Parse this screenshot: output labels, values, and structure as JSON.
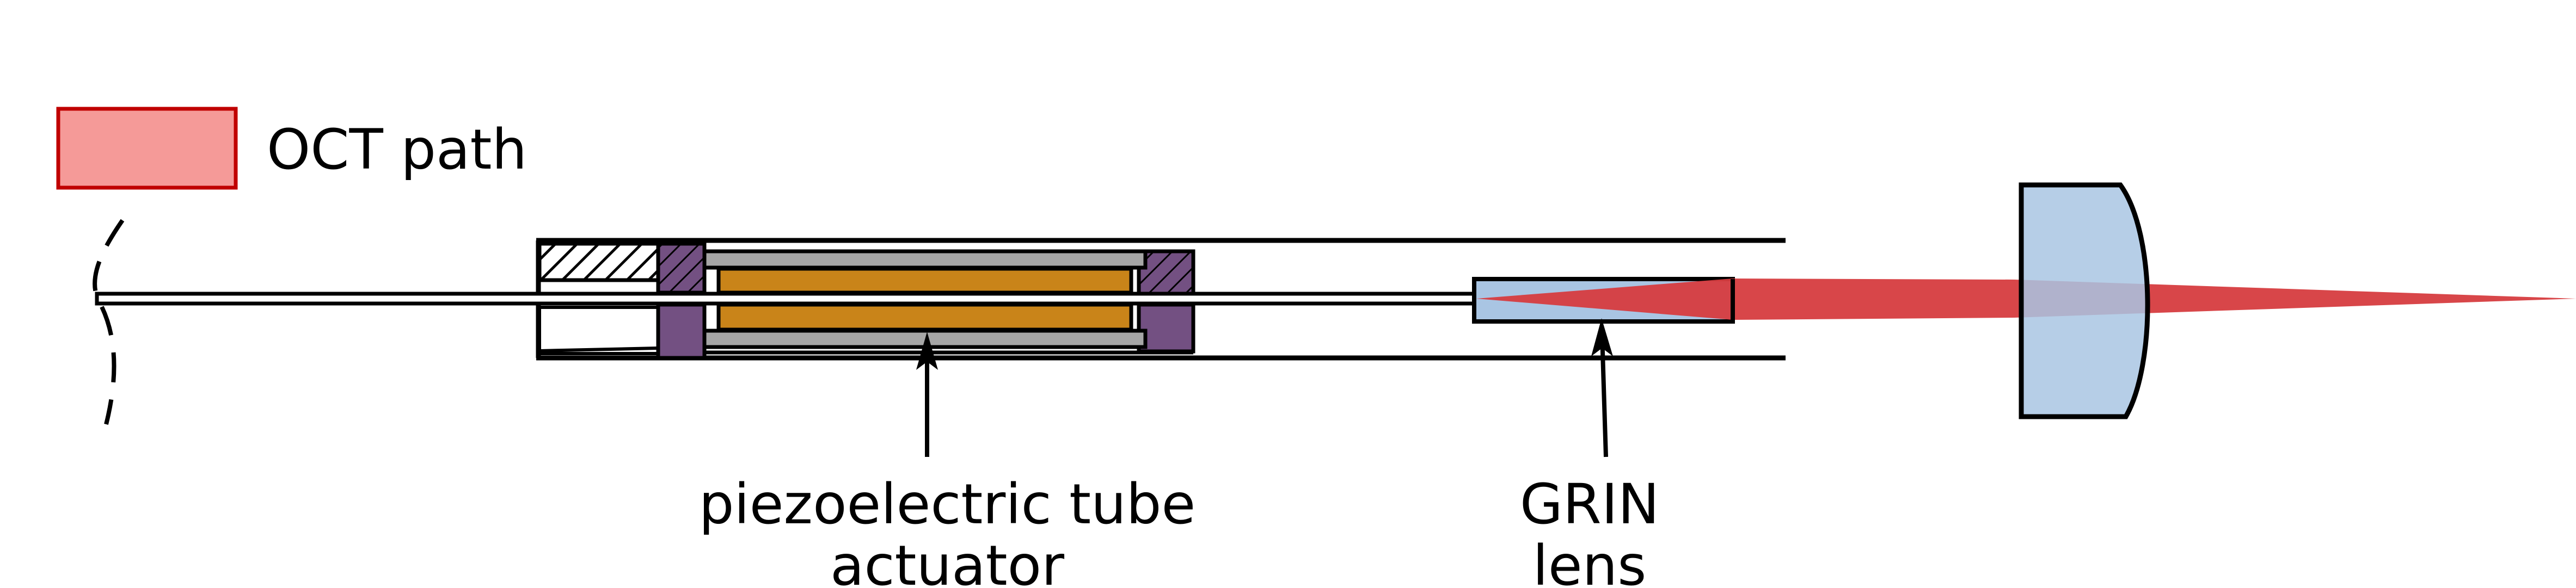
{
  "legend": {
    "label": "OCT path",
    "swatch_fill": "#f59a98",
    "swatch_stroke": "#c00000"
  },
  "labels": {
    "piezo_line1": "piezoelectric tube",
    "piezo_line2": "actuator",
    "grin_line1": "GRIN",
    "grin_line2": "lens"
  },
  "colors": {
    "outline": "#000000",
    "purple": "#735082",
    "orange": "#c98419",
    "gray": "#a6a6a6",
    "lens_blue": "#a9c5e3",
    "beam_red": "#d63c3f",
    "hatch": "#000000"
  }
}
